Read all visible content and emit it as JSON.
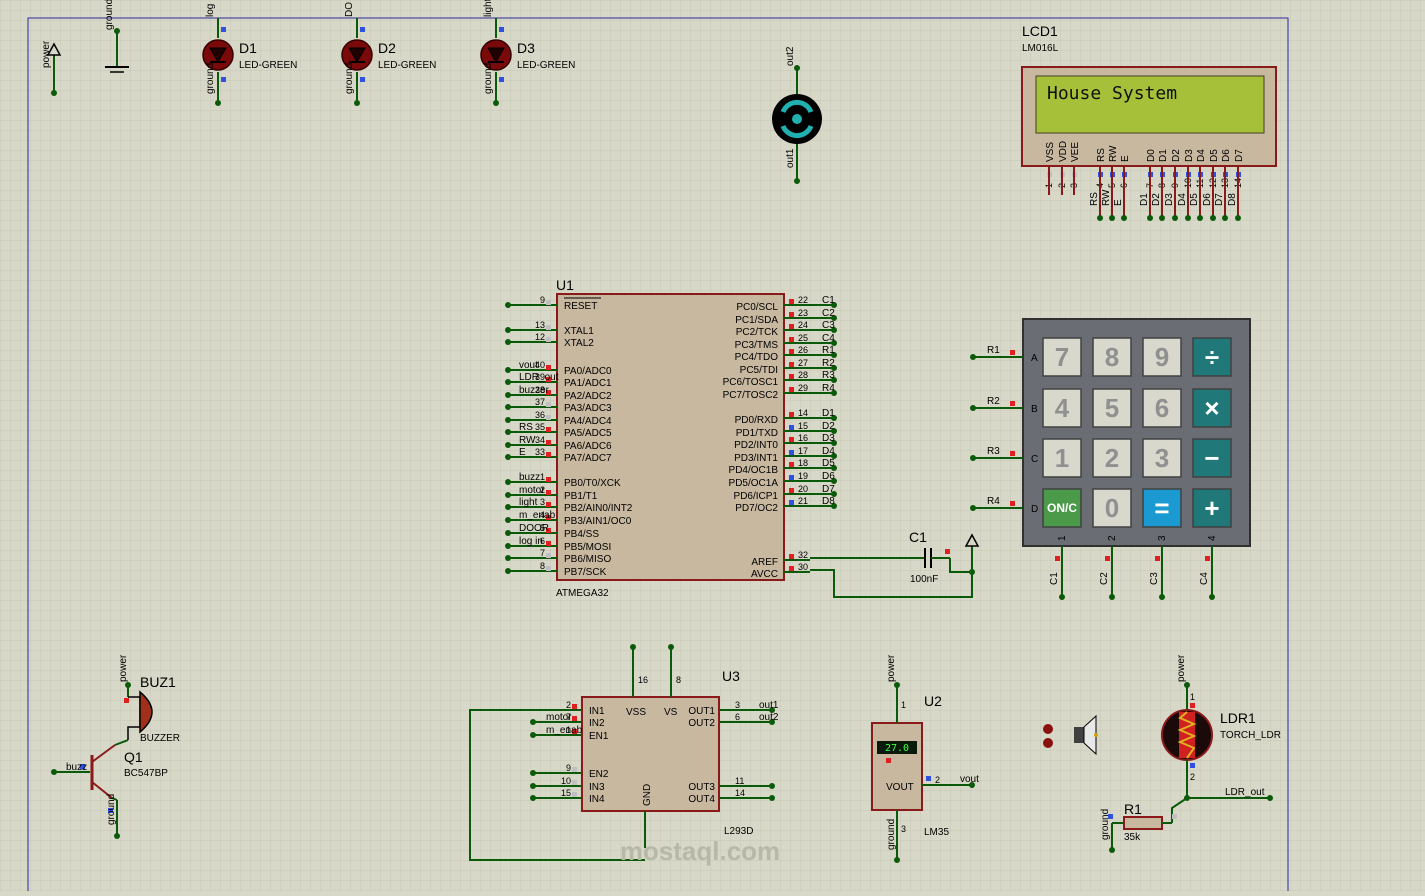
{
  "components": {
    "terminals": {
      "power": "power",
      "ground": "ground"
    },
    "leds": [
      {
        "ref": "D1",
        "value": "LED-GREEN",
        "net_top": "log",
        "net_bottom": "ground"
      },
      {
        "ref": "D2",
        "value": "LED-GREEN",
        "net_top": "DO",
        "net_bottom": "ground"
      },
      {
        "ref": "D3",
        "value": "LED-GREEN",
        "net_top": "light",
        "net_bottom": "ground"
      }
    ],
    "motor": {
      "net_top": "out2",
      "net_bottom": "out1"
    },
    "lcd": {
      "ref": "LCD1",
      "value": "LM016L",
      "display_text": "House System",
      "pins": [
        "VSS",
        "VDD",
        "VEE",
        "RS",
        "RW",
        "E",
        "D0",
        "D1",
        "D2",
        "D3",
        "D4",
        "D5",
        "D6",
        "D7"
      ],
      "pin_numbers": [
        "1",
        "2",
        "3",
        "4",
        "5",
        "6",
        "7",
        "8",
        "9",
        "10",
        "11",
        "12",
        "13",
        "14"
      ],
      "nets": [
        "RS",
        "RW",
        "E",
        "D1",
        "D2",
        "D3",
        "D4",
        "D5",
        "D6",
        "D7",
        "D8"
      ]
    },
    "mcu": {
      "ref": "U1",
      "value": "ATMEGA32",
      "left_pins": [
        {
          "num": "9",
          "name": "RESET",
          "net": ""
        },
        {
          "num": "13",
          "name": "XTAL1",
          "net": ""
        },
        {
          "num": "12",
          "name": "XTAL2",
          "net": ""
        },
        {
          "num": "40",
          "name": "PA0/ADC0",
          "net": "vout"
        },
        {
          "num": "39",
          "name": "PA1/ADC1",
          "net": "LDR_out"
        },
        {
          "num": "38",
          "name": "PA2/ADC2",
          "net": "buzzer"
        },
        {
          "num": "37",
          "name": "PA3/ADC3",
          "net": ""
        },
        {
          "num": "36",
          "name": "PA4/ADC4",
          "net": ""
        },
        {
          "num": "35",
          "name": "PA5/ADC5",
          "net": "RS"
        },
        {
          "num": "34",
          "name": "PA6/ADC6",
          "net": "RW"
        },
        {
          "num": "33",
          "name": "PA7/ADC7",
          "net": "E"
        },
        {
          "num": "1",
          "name": "PB0/T0/XCK",
          "net": "buzz"
        },
        {
          "num": "2",
          "name": "PB1/T1",
          "net": "motor"
        },
        {
          "num": "3",
          "name": "PB2/AIN0/INT2",
          "net": "light"
        },
        {
          "num": "4",
          "name": "PB3/AIN1/OC0",
          "net": "m_enab"
        },
        {
          "num": "5",
          "name": "PB4/SS",
          "net": "DOOR"
        },
        {
          "num": "6",
          "name": "PB5/MOSI",
          "net": "log in"
        },
        {
          "num": "7",
          "name": "PB6/MISO",
          "net": ""
        },
        {
          "num": "8",
          "name": "PB7/SCK",
          "net": ""
        }
      ],
      "right_pins": [
        {
          "num": "22",
          "name": "PC0/SCL",
          "net": "C1"
        },
        {
          "num": "23",
          "name": "PC1/SDA",
          "net": "C2"
        },
        {
          "num": "24",
          "name": "PC2/TCK",
          "net": "C3"
        },
        {
          "num": "25",
          "name": "PC3/TMS",
          "net": "C4"
        },
        {
          "num": "26",
          "name": "PC4/TDO",
          "net": "R1"
        },
        {
          "num": "27",
          "name": "PC5/TDI",
          "net": "R2"
        },
        {
          "num": "28",
          "name": "PC6/TOSC1",
          "net": "R3"
        },
        {
          "num": "29",
          "name": "PC7/TOSC2",
          "net": "R4"
        },
        {
          "num": "14",
          "name": "PD0/RXD",
          "net": "D1"
        },
        {
          "num": "15",
          "name": "PD1/TXD",
          "net": "D2"
        },
        {
          "num": "16",
          "name": "PD2/INT0",
          "net": "D3"
        },
        {
          "num": "17",
          "name": "PD3/INT1",
          "net": "D4"
        },
        {
          "num": "18",
          "name": "PD4/OC1B",
          "net": "D5"
        },
        {
          "num": "19",
          "name": "PD5/OC1A",
          "net": "D6"
        },
        {
          "num": "20",
          "name": "PD6/ICP1",
          "net": "D7"
        },
        {
          "num": "21",
          "name": "PD7/OC2",
          "net": "D8"
        },
        {
          "num": "32",
          "name": "AREF",
          "net": ""
        },
        {
          "num": "30",
          "name": "AVCC",
          "net": ""
        }
      ]
    },
    "capacitor": {
      "ref": "C1",
      "value": "100nF"
    },
    "keypad": {
      "rows": [
        "A",
        "B",
        "C",
        "D"
      ],
      "row_nets": [
        "R1",
        "R2",
        "R3",
        "R4"
      ],
      "cols": [
        "1",
        "2",
        "3",
        "4"
      ],
      "col_nets": [
        "C1",
        "C2",
        "C3",
        "C4"
      ],
      "keys": [
        "7",
        "8",
        "9",
        "÷",
        "4",
        "5",
        "6",
        "×",
        "1",
        "2",
        "3",
        "−",
        "ON/C",
        "0",
        "=",
        "+"
      ]
    },
    "buzzer": {
      "ref": "BUZ1",
      "value": "BUZZER",
      "net": "power"
    },
    "transistor": {
      "ref": "Q1",
      "value": "BC547BP",
      "net_base": "buzz",
      "net_emitter": "ground"
    },
    "driver": {
      "ref": "U3",
      "value": "L293D",
      "left_pins": [
        {
          "num": "2",
          "name": "IN1",
          "net": ""
        },
        {
          "num": "7",
          "name": "IN2",
          "net": "motor"
        },
        {
          "num": "1",
          "name": "EN1",
          "net": "m_enab"
        },
        {
          "num": "9",
          "name": "EN2",
          "net": ""
        },
        {
          "num": "10",
          "name": "IN3",
          "net": ""
        },
        {
          "num": "15",
          "name": "IN4",
          "net": ""
        }
      ],
      "right_pins": [
        {
          "num": "3",
          "name": "OUT1",
          "net": "out1"
        },
        {
          "num": "6",
          "name": "OUT2",
          "net": "out2"
        },
        {
          "num": "11",
          "name": "OUT3",
          "net": ""
        },
        {
          "num": "14",
          "name": "OUT4",
          "net": ""
        }
      ],
      "top_pins": [
        {
          "num": "16",
          "name": "VSS"
        },
        {
          "num": "8",
          "name": "VS"
        }
      ],
      "bottom_pin": "GND"
    },
    "sensor": {
      "ref": "U2",
      "value": "LM35",
      "reading": "27.0",
      "pin_out": "VOUT",
      "net_out": "vout",
      "pin_out_num": "2",
      "pin_top": "1",
      "pin_bottom": "3",
      "net_top": "power",
      "net_bottom": "ground"
    },
    "ldr": {
      "ref": "LDR1",
      "value": "TORCH_LDR",
      "net_top": "power",
      "net_out": "LDR_out",
      "pin_top": "1",
      "pin_bottom": "2"
    },
    "resistor": {
      "ref": "R1",
      "value": "35k",
      "net": "ground"
    },
    "watermark": "mostaql.com"
  }
}
